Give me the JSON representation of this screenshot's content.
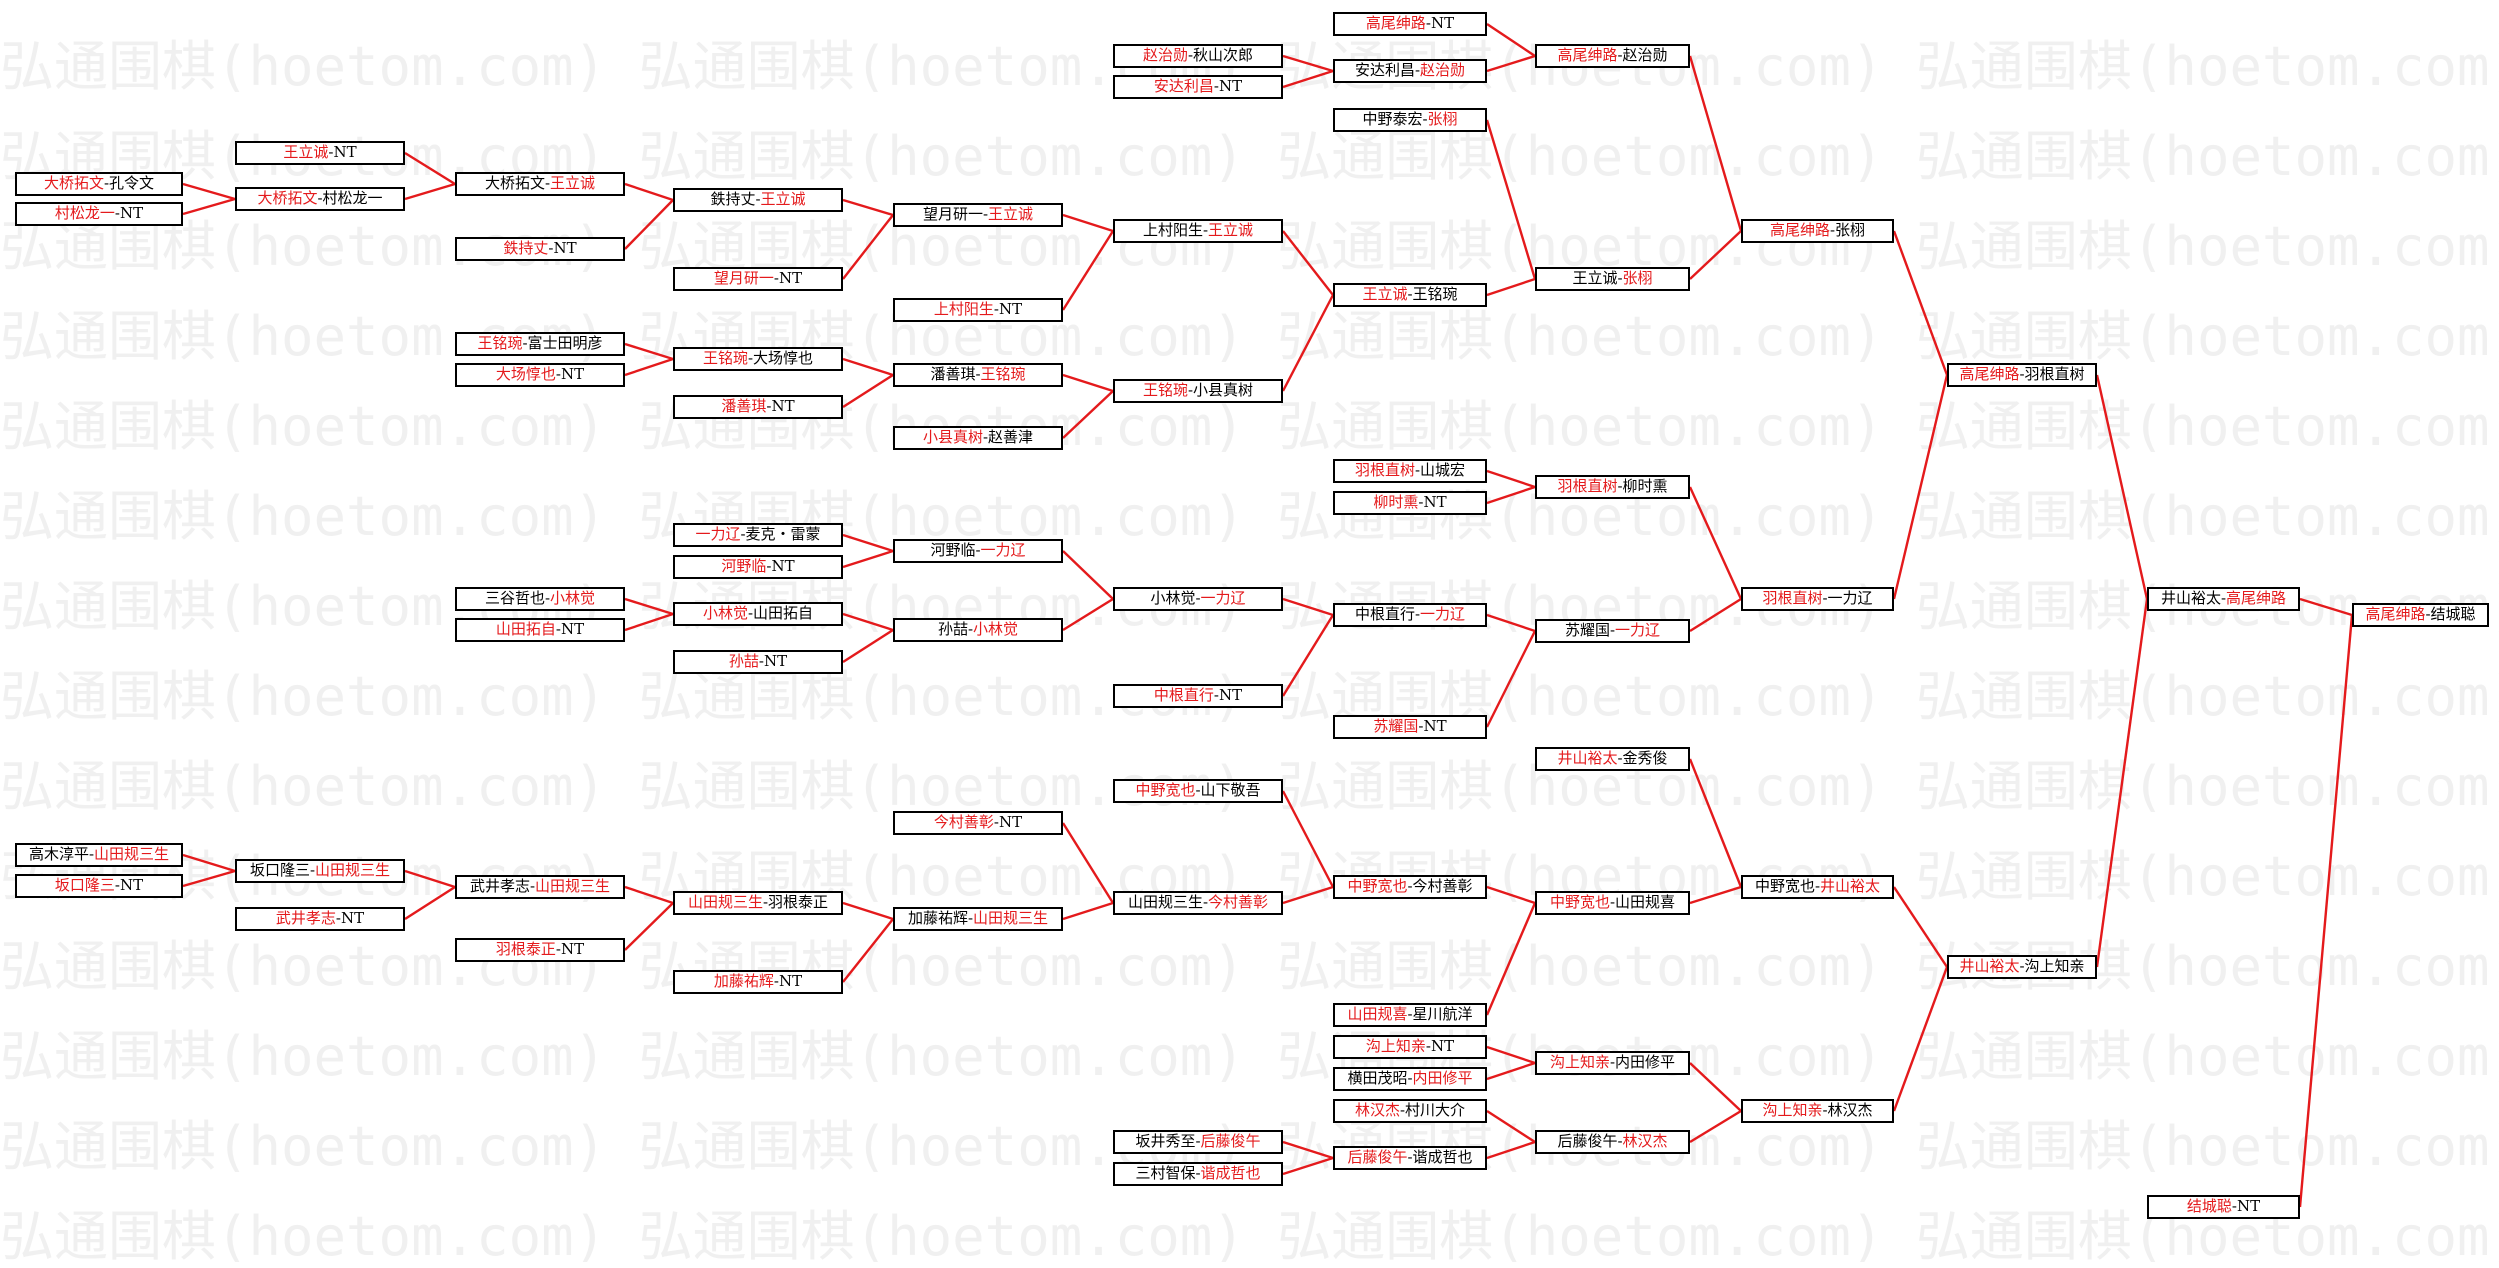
{
  "watermark_text": "弘通围棋(hoetom.com)",
  "colors": {
    "winner": "#e41a1c",
    "line": "#e41a1c",
    "text": "#000000",
    "watermark": "#f0f0f0"
  },
  "boxes": [
    {
      "id": "r1a",
      "a": "大桥拓文",
      "b": "孔令文",
      "win": "a"
    },
    {
      "id": "r1b",
      "a": "村松龙一",
      "b": "NT",
      "win": "a"
    },
    {
      "id": "r2a",
      "a": "王立诚",
      "b": "NT",
      "win": "a"
    },
    {
      "id": "r2b",
      "a": "大桥拓文",
      "b": "村松龙一",
      "win": "a"
    },
    {
      "id": "r3a",
      "a": "大桥拓文",
      "b": "王立诚",
      "win": "b"
    },
    {
      "id": "r3b",
      "a": "鉄持丈",
      "b": "NT",
      "win": "a"
    },
    {
      "id": "r4a",
      "a": "鉄持丈",
      "b": "王立诚",
      "win": "b"
    },
    {
      "id": "r4b",
      "a": "望月研一",
      "b": "NT",
      "win": "a"
    },
    {
      "id": "r5a",
      "a": "望月研一",
      "b": "王立诚",
      "win": "b"
    },
    {
      "id": "r5b",
      "a": "上村阳生",
      "b": "NT",
      "win": "a"
    },
    {
      "id": "r6a",
      "a": "上村阳生",
      "b": "王立诚",
      "win": "b"
    },
    {
      "id": "r3c",
      "a": "王铭琬",
      "b": "富士田明彦",
      "win": "a"
    },
    {
      "id": "r3d",
      "a": "大场惇也",
      "b": "NT",
      "win": "a"
    },
    {
      "id": "r4c",
      "a": "王铭琬",
      "b": "大场惇也",
      "win": "a"
    },
    {
      "id": "r4d",
      "a": "潘善琪",
      "b": "NT",
      "win": "a"
    },
    {
      "id": "r5c",
      "a": "潘善琪",
      "b": "王铭琬",
      "win": "b"
    },
    {
      "id": "r5d",
      "a": "小县真树",
      "b": "赵善津",
      "win": "a"
    },
    {
      "id": "r6b",
      "a": "王铭琬",
      "b": "小县真树",
      "win": "a"
    },
    {
      "id": "r7a",
      "a": "王立诚",
      "b": "王铭琬",
      "win": "a"
    },
    {
      "id": "r7b",
      "a": "高尾绅路",
      "b": "NT",
      "win": "a"
    },
    {
      "id": "r6c",
      "a": "赵治勋",
      "b": "秋山次郎",
      "win": "a"
    },
    {
      "id": "r6d",
      "a": "安达利昌",
      "b": "NT",
      "win": "a"
    },
    {
      "id": "r7c",
      "a": "安达利昌",
      "b": "赵治勋",
      "win": "b"
    },
    {
      "id": "r8a",
      "a": "高尾绅路",
      "b": "赵治勋",
      "win": "a"
    },
    {
      "id": "r7d",
      "a": "中野泰宏",
      "b": "张栩",
      "win": "b"
    },
    {
      "id": "r8b",
      "a": "王立诚",
      "b": "张栩",
      "win": "b"
    },
    {
      "id": "r9a",
      "a": "高尾绅路",
      "b": "张栩",
      "win": "a"
    },
    {
      "id": "r4e",
      "a": "一力辽",
      "b": "麦克・雷蒙",
      "win": "a"
    },
    {
      "id": "r4f",
      "a": "河野临",
      "b": "NT",
      "win": "a"
    },
    {
      "id": "r5e",
      "a": "河野临",
      "b": "一力辽",
      "win": "b"
    },
    {
      "id": "r3e",
      "a": "三谷哲也",
      "b": "小林觉",
      "win": "b"
    },
    {
      "id": "r3f",
      "a": "山田拓自",
      "b": "NT",
      "win": "a"
    },
    {
      "id": "r4g",
      "a": "小林觉",
      "b": "山田拓自",
      "win": "a"
    },
    {
      "id": "r4h",
      "a": "孙喆",
      "b": "NT",
      "win": "a"
    },
    {
      "id": "r5f",
      "a": "孙喆",
      "b": "小林觉",
      "win": "b"
    },
    {
      "id": "r6e",
      "a": "小林觉",
      "b": "一力辽",
      "win": "b"
    },
    {
      "id": "r6f",
      "a": "中根直行",
      "b": "NT",
      "win": "a"
    },
    {
      "id": "r7e",
      "a": "中根直行",
      "b": "一力辽",
      "win": "b"
    },
    {
      "id": "r7f",
      "a": "羽根直树",
      "b": "山城宏",
      "win": "a"
    },
    {
      "id": "r7g",
      "a": "柳时熏",
      "b": "NT",
      "win": "a"
    },
    {
      "id": "r8c",
      "a": "羽根直树",
      "b": "柳时熏",
      "win": "a"
    },
    {
      "id": "r7h",
      "a": "苏耀国",
      "b": "NT",
      "win": "a"
    },
    {
      "id": "r8d",
      "a": "苏耀国",
      "b": "一力辽",
      "win": "b"
    },
    {
      "id": "r9b",
      "a": "羽根直树",
      "b": "一力辽",
      "win": "a"
    },
    {
      "id": "r10a",
      "a": "高尾绅路",
      "b": "羽根直树",
      "win": "a"
    },
    {
      "id": "r1c",
      "a": "高木淳平",
      "b": "山田规三生",
      "win": "b"
    },
    {
      "id": "r1d",
      "a": "坂口隆三",
      "b": "NT",
      "win": "a"
    },
    {
      "id": "r2c",
      "a": "坂口隆三",
      "b": "山田规三生",
      "win": "b"
    },
    {
      "id": "r2d",
      "a": "武井孝志",
      "b": "NT",
      "win": "a"
    },
    {
      "id": "r3g",
      "a": "武井孝志",
      "b": "山田规三生",
      "win": "b"
    },
    {
      "id": "r3h",
      "a": "羽根泰正",
      "b": "NT",
      "win": "a"
    },
    {
      "id": "r4i",
      "a": "山田规三生",
      "b": "羽根泰正",
      "win": "a"
    },
    {
      "id": "r4j",
      "a": "加藤祐辉",
      "b": "NT",
      "win": "a"
    },
    {
      "id": "r5g",
      "a": "加藤祐辉",
      "b": "山田规三生",
      "win": "b"
    },
    {
      "id": "r5h",
      "a": "今村善彰",
      "b": "NT",
      "win": "a"
    },
    {
      "id": "r6g",
      "a": "山田规三生",
      "b": "今村善彰",
      "win": "b"
    },
    {
      "id": "r6h",
      "a": "中野宽也",
      "b": "山下敬吾",
      "win": "a"
    },
    {
      "id": "r7i",
      "a": "中野宽也",
      "b": "今村善彰",
      "win": "a"
    },
    {
      "id": "r7j",
      "a": "山田规喜",
      "b": "星川航洋",
      "win": "a"
    },
    {
      "id": "r8e",
      "a": "中野宽也",
      "b": "山田规喜",
      "win": "a"
    },
    {
      "id": "r8f",
      "a": "井山裕太",
      "b": "金秀俊",
      "win": "a"
    },
    {
      "id": "r9c",
      "a": "中野宽也",
      "b": "井山裕太",
      "win": "b"
    },
    {
      "id": "r7k",
      "a": "沟上知亲",
      "b": "NT",
      "win": "a"
    },
    {
      "id": "r7l",
      "a": "横田茂昭",
      "b": "内田修平",
      "win": "b"
    },
    {
      "id": "r8g",
      "a": "沟上知亲",
      "b": "内田修平",
      "win": "a"
    },
    {
      "id": "r7m",
      "a": "林汉杰",
      "b": "村川大介",
      "win": "a"
    },
    {
      "id": "r6i",
      "a": "坂井秀至",
      "b": "后藤俊午",
      "win": "b"
    },
    {
      "id": "r6j",
      "a": "三村智保",
      "b": "谐成哲也",
      "win": "b"
    },
    {
      "id": "r7n",
      "a": "后藤俊午",
      "b": "谐成哲也",
      "win": "a"
    },
    {
      "id": "r8h",
      "a": "后藤俊午",
      "b": "林汉杰",
      "win": "b"
    },
    {
      "id": "r9d",
      "a": "沟上知亲",
      "b": "林汉杰",
      "win": "a"
    },
    {
      "id": "r10b",
      "a": "井山裕太",
      "b": "沟上知亲",
      "win": "a"
    },
    {
      "id": "r11a",
      "a": "井山裕太",
      "b": "高尾绅路",
      "win": "b"
    },
    {
      "id": "r12a",
      "a": "高尾绅路",
      "b": "结城聪",
      "win": "a"
    },
    {
      "id": "r11b",
      "a": "结城聪",
      "b": "NT",
      "win": "a"
    }
  ]
}
